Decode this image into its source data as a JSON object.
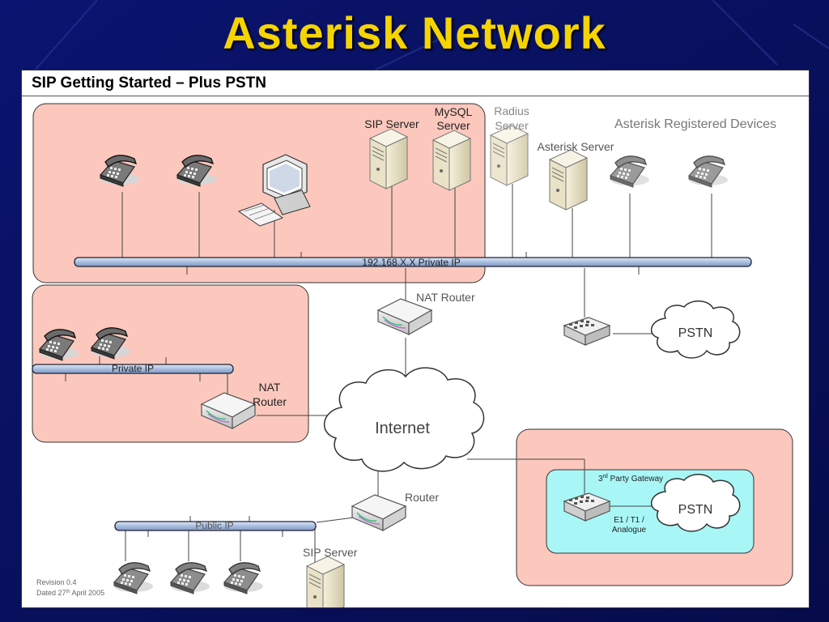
{
  "slide": {
    "title": "Asterisk Network"
  },
  "diagram": {
    "header": "SIP Getting Started – Plus PSTN",
    "labels": {
      "sip_server_top": "SIP Server",
      "mysql_line1": "MySQL",
      "mysql_line2": "Server",
      "radius_line1": "Radius",
      "radius_line2": "Server",
      "asterisk_server": "Asterisk Server",
      "registered_devices": "Asterisk Registered Devices",
      "private_lan": "192.168.X.X Private IP",
      "nat_router_main": "NAT Router",
      "pstn_right": "PSTN",
      "private_ip_small": "Private  IP",
      "nat_line1": "NAT",
      "nat_line2": "Router",
      "internet": "Internet",
      "router": "Router",
      "public_ip": "Public IP",
      "sip_server_bottom": "SIP Server",
      "gateway_prefix": "3",
      "gateway_sup": "rd",
      "gateway_suffix": " Party Gateway",
      "e1_line1": "E1 / T1 /",
      "e1_line2": "Analogue",
      "pstn_gateway": "PSTN",
      "revision": "Revision 0.4",
      "dated_prefix": "Dated 27",
      "dated_sup": "th",
      "dated_suffix": " April 2005"
    }
  }
}
